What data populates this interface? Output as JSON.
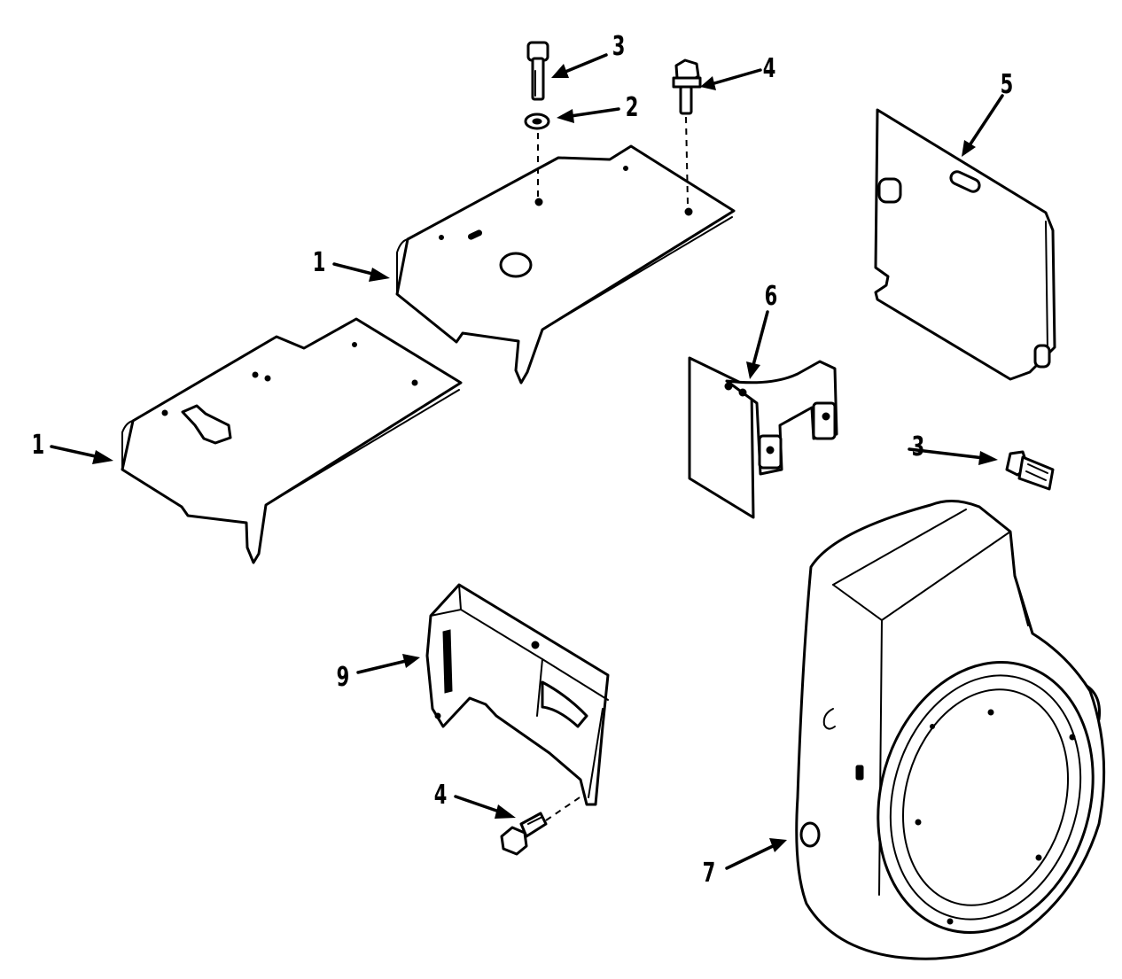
{
  "callouts": [
    {
      "id": "1a",
      "label": "1"
    },
    {
      "id": "1b",
      "label": "1"
    },
    {
      "id": "2",
      "label": "2"
    },
    {
      "id": "3a",
      "label": "3"
    },
    {
      "id": "3b",
      "label": "3"
    },
    {
      "id": "4a",
      "label": "4"
    },
    {
      "id": "4b",
      "label": "4"
    },
    {
      "id": "5",
      "label": "5"
    },
    {
      "id": "6",
      "label": "6"
    },
    {
      "id": "7",
      "label": "7"
    },
    {
      "id": "9",
      "label": "9"
    }
  ],
  "colors": {
    "ink": "#000000",
    "paper": "#ffffff"
  }
}
